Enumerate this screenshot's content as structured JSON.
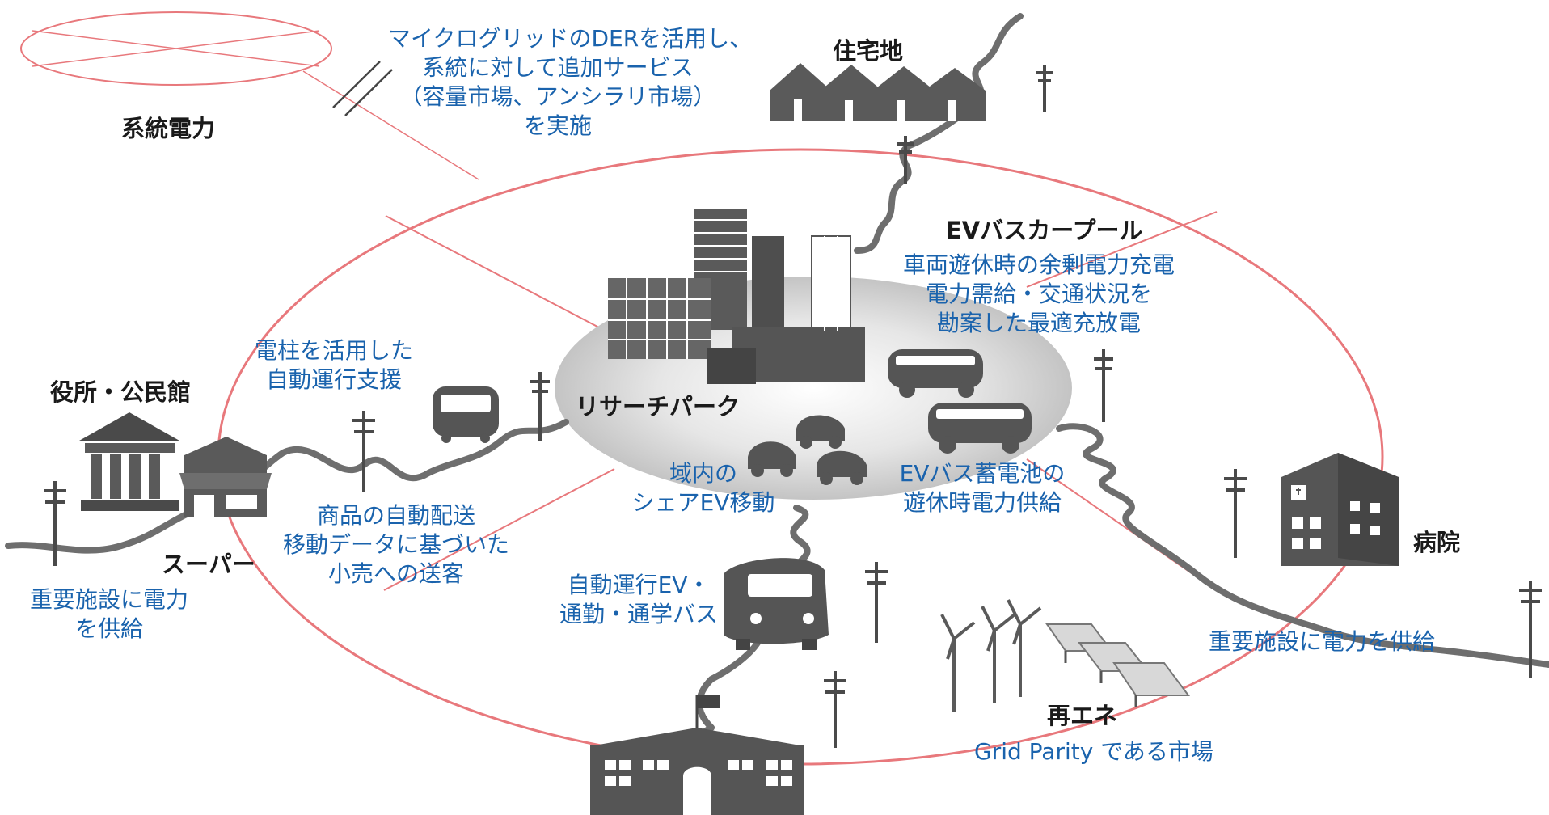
{
  "labels": {
    "grid_power": "系統電力",
    "der_service": [
      "マイクログリッドのDERを活用し、",
      "系統に対して追加サービス",
      "（容量市場、アンシラリ市場）",
      "を実施"
    ],
    "residential": "住宅地",
    "ev_bus_pool": "EVバスカープール",
    "ev_bus_charge": [
      "車両遊休時の余剰電力充電",
      "電力需給・交通状況を",
      "勘案した最適充放電"
    ],
    "pole_autonomous": [
      "電柱を活用した",
      "自動運行支援"
    ],
    "city_hall": "役所・公民館",
    "research_park": "リサーチパーク",
    "shared_ev": [
      "域内の",
      "シェアEV移動"
    ],
    "ev_bus_battery": [
      "EVバス蓄電池の",
      "遊休時電力供給"
    ],
    "hospital": "病院",
    "supermarket": "スーパー",
    "delivery": [
      "商品の自動配送",
      "移動データに基づいた",
      "小売への送客"
    ],
    "critical_left": [
      "重要施設に電力",
      "を供給"
    ],
    "autonomous_bus": [
      "自動運行EV・",
      "通勤・通学バス"
    ],
    "critical_right": "重要施設に電力を供給",
    "renewable": "再エネ",
    "grid_parity": "Grid Parity である市場"
  },
  "colors": {
    "ring": "#e8787c",
    "label_blue": "#1a63ad",
    "label_dark": "#1a1a1a",
    "icon_gray": "#555555",
    "road_gray": "#6e6e6e"
  }
}
